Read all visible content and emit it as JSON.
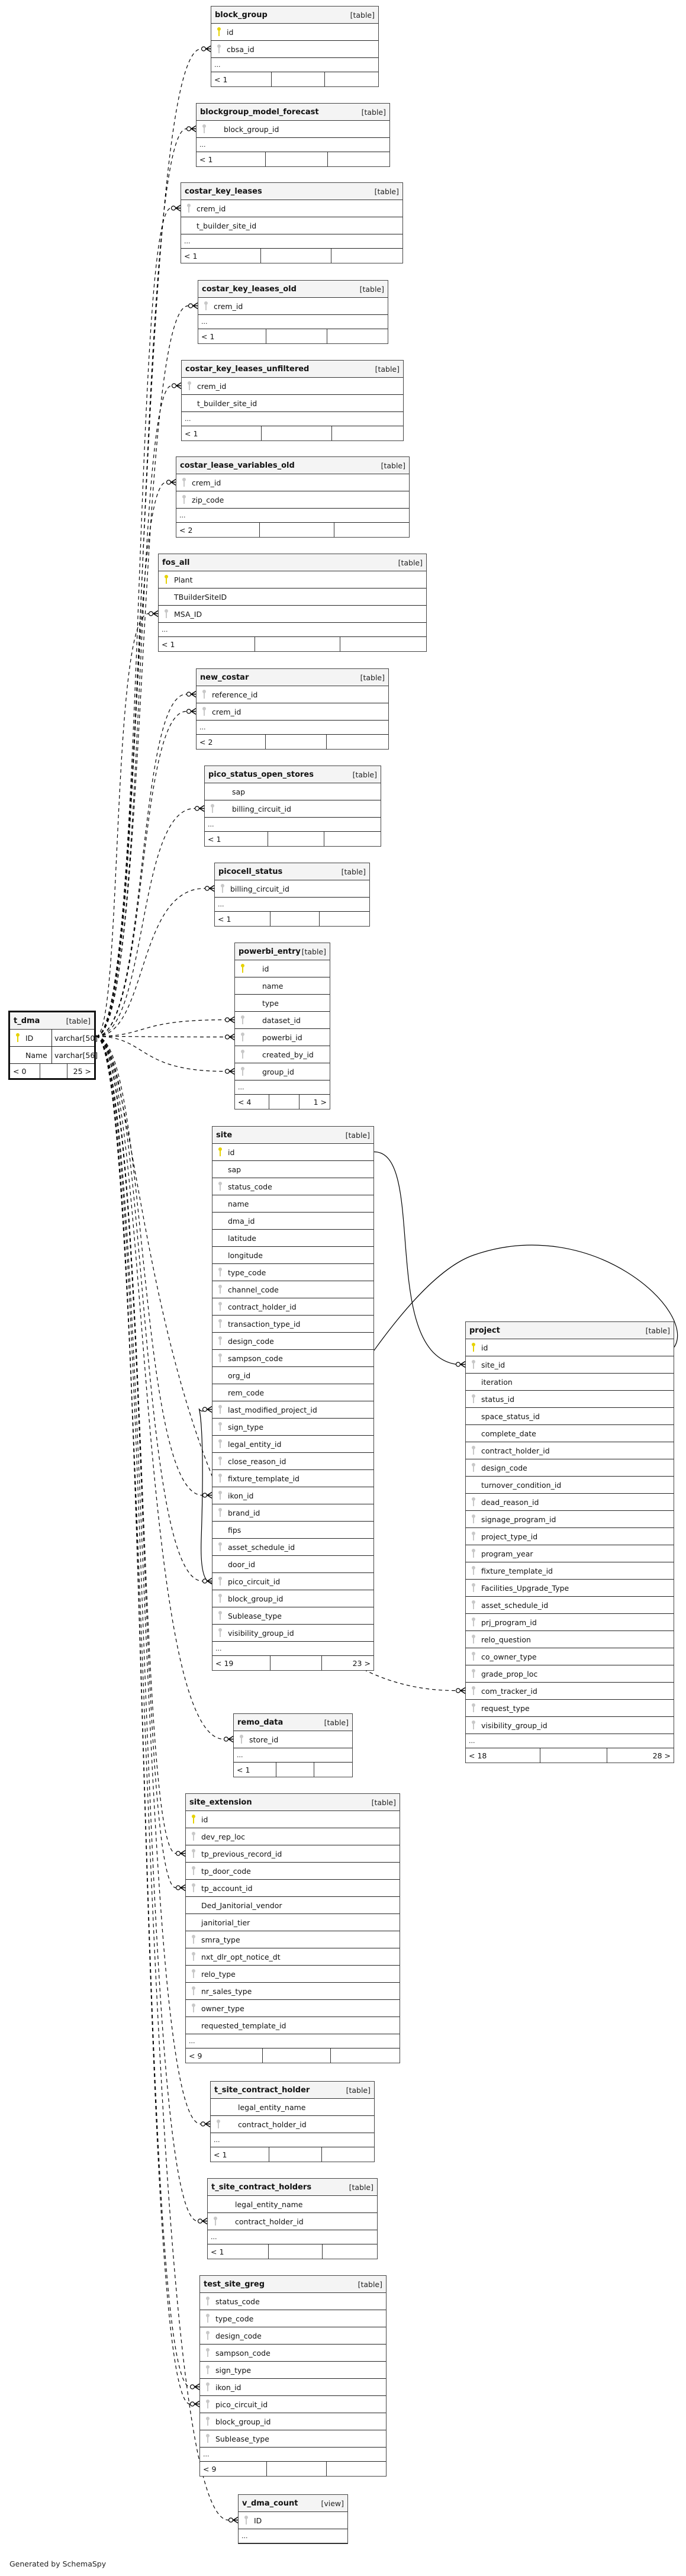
{
  "footer": "Generated by SchemaSpy",
  "key_colors": {
    "primary": "#e6d200",
    "foreign": "#c8c8c8"
  },
  "tables": [
    {
      "id": "block_group",
      "name": "block_group",
      "kind": "[table]",
      "columns": [
        {
          "name": "id",
          "key": "pk"
        },
        {
          "name": "cbsa_id",
          "key": "fk"
        }
      ],
      "more": "...",
      "footer": [
        "< 1",
        "",
        ""
      ]
    },
    {
      "id": "blockgroup_model_forecast",
      "name": "blockgroup_model_forecast",
      "kind": "[table]",
      "columns": [
        {
          "name": "block_group_id",
          "key": "fk",
          "indent": true
        }
      ],
      "more": "...",
      "footer": [
        "< 1",
        "",
        ""
      ]
    },
    {
      "id": "costar_key_leases",
      "name": "costar_key_leases",
      "kind": "[table]",
      "columns": [
        {
          "name": "crem_id",
          "key": "fk"
        },
        {
          "name": "t_builder_site_id",
          "key": ""
        }
      ],
      "more": "...",
      "footer": [
        "< 1",
        "",
        ""
      ]
    },
    {
      "id": "costar_key_leases_old",
      "name": "costar_key_leases_old",
      "kind": "[table]",
      "columns": [
        {
          "name": "crem_id",
          "key": "fk"
        }
      ],
      "more": "...",
      "footer": [
        "< 1",
        "",
        ""
      ]
    },
    {
      "id": "costar_key_leases_unfiltered",
      "name": "costar_key_leases_unfiltered",
      "kind": "[table]",
      "columns": [
        {
          "name": "crem_id",
          "key": "fk"
        },
        {
          "name": "t_builder_site_id",
          "key": ""
        }
      ],
      "more": "...",
      "footer": [
        "< 1",
        "",
        ""
      ]
    },
    {
      "id": "costar_lease_variables_old",
      "name": "costar_lease_variables_old",
      "kind": "[table]",
      "columns": [
        {
          "name": "crem_id",
          "key": "fk"
        },
        {
          "name": "zip_code",
          "key": "fk"
        }
      ],
      "more": "...",
      "footer": [
        "< 2",
        "",
        ""
      ]
    },
    {
      "id": "fos_all",
      "name": "fos_all",
      "kind": "[table]",
      "columns": [
        {
          "name": "Plant",
          "key": "pk"
        },
        {
          "name": "TBuilderSiteID",
          "key": ""
        },
        {
          "name": "MSA_ID",
          "key": "fk"
        }
      ],
      "more": "...",
      "footer": [
        "< 1",
        "",
        ""
      ]
    },
    {
      "id": "new_costar",
      "name": "new_costar",
      "kind": "[table]",
      "columns": [
        {
          "name": "reference_id",
          "key": "fk"
        },
        {
          "name": "crem_id",
          "key": "fk"
        }
      ],
      "more": "...",
      "footer": [
        "< 2",
        "",
        ""
      ]
    },
    {
      "id": "pico_status_open_stores",
      "name": "pico_status_open_stores",
      "kind": "[table]",
      "columns": [
        {
          "name": "sap",
          "key": "",
          "indent": true
        },
        {
          "name": "billing_circuit_id",
          "key": "fk",
          "indent": true
        }
      ],
      "more": "...",
      "footer": [
        "< 1",
        "",
        ""
      ]
    },
    {
      "id": "picocell_status",
      "name": "picocell_status",
      "kind": "[table]",
      "columns": [
        {
          "name": "billing_circuit_id",
          "key": "fk"
        }
      ],
      "more": "...",
      "footer": [
        "< 1",
        "",
        ""
      ]
    },
    {
      "id": "powerbi_entry",
      "name": "powerbi_entry",
      "kind": "[table]",
      "columns": [
        {
          "name": "id",
          "key": "pk",
          "indent": true
        },
        {
          "name": "name",
          "key": "",
          "indent": true
        },
        {
          "name": "type",
          "key": "",
          "indent": true
        },
        {
          "name": "dataset_id",
          "key": "fk",
          "indent": true
        },
        {
          "name": "powerbi_id",
          "key": "fk",
          "indent": true
        },
        {
          "name": "created_by_id",
          "key": "fk",
          "indent": true
        },
        {
          "name": "group_id",
          "key": "fk",
          "indent": true
        }
      ],
      "more": "...",
      "footer": [
        "< 4",
        "",
        "1 >"
      ]
    },
    {
      "id": "t_dma",
      "name": "t_dma",
      "kind": "[table]",
      "focus": true,
      "columns": [
        {
          "name": "ID",
          "key": "pk",
          "type": "varchar[50]"
        },
        {
          "name": "Name",
          "key": "",
          "type": "varchar[56]"
        }
      ],
      "footer": [
        "< 0",
        "",
        "25 >"
      ]
    },
    {
      "id": "site",
      "name": "site",
      "kind": "[table]",
      "columns": [
        {
          "name": "id",
          "key": "pk"
        },
        {
          "name": "sap",
          "key": ""
        },
        {
          "name": "status_code",
          "key": "fk"
        },
        {
          "name": "name",
          "key": ""
        },
        {
          "name": "dma_id",
          "key": ""
        },
        {
          "name": "latitude",
          "key": ""
        },
        {
          "name": "longitude",
          "key": ""
        },
        {
          "name": "type_code",
          "key": "fk"
        },
        {
          "name": "channel_code",
          "key": "fk"
        },
        {
          "name": "contract_holder_id",
          "key": "fk"
        },
        {
          "name": "transaction_type_id",
          "key": "fk"
        },
        {
          "name": "design_code",
          "key": "fk"
        },
        {
          "name": "sampson_code",
          "key": "fk"
        },
        {
          "name": "org_id",
          "key": ""
        },
        {
          "name": "rem_code",
          "key": ""
        },
        {
          "name": "last_modified_project_id",
          "key": "fk"
        },
        {
          "name": "sign_type",
          "key": "fk"
        },
        {
          "name": "legal_entity_id",
          "key": "fk"
        },
        {
          "name": "close_reason_id",
          "key": "fk"
        },
        {
          "name": "fixture_template_id",
          "key": "fk"
        },
        {
          "name": "ikon_id",
          "key": "fk"
        },
        {
          "name": "brand_id",
          "key": "fk"
        },
        {
          "name": "fips",
          "key": ""
        },
        {
          "name": "asset_schedule_id",
          "key": "fk"
        },
        {
          "name": "door_id",
          "key": ""
        },
        {
          "name": "pico_circuit_id",
          "key": "fk"
        },
        {
          "name": "block_group_id",
          "key": "fk"
        },
        {
          "name": "Sublease_type",
          "key": "fk"
        },
        {
          "name": "visibility_group_id",
          "key": "fk"
        }
      ],
      "more": "...",
      "footer": [
        "< 19",
        "",
        "23 >"
      ]
    },
    {
      "id": "project",
      "name": "project",
      "kind": "[table]",
      "columns": [
        {
          "name": "id",
          "key": "pk"
        },
        {
          "name": "site_id",
          "key": "fk"
        },
        {
          "name": "iteration",
          "key": ""
        },
        {
          "name": "status_id",
          "key": "fk"
        },
        {
          "name": "space_status_id",
          "key": ""
        },
        {
          "name": "complete_date",
          "key": ""
        },
        {
          "name": "contract_holder_id",
          "key": "fk"
        },
        {
          "name": "design_code",
          "key": "fk"
        },
        {
          "name": "turnover_condition_id",
          "key": ""
        },
        {
          "name": "dead_reason_id",
          "key": "fk"
        },
        {
          "name": "signage_program_id",
          "key": "fk"
        },
        {
          "name": "project_type_id",
          "key": "fk"
        },
        {
          "name": "program_year",
          "key": "fk"
        },
        {
          "name": "fixture_template_id",
          "key": "fk"
        },
        {
          "name": "Facilities_Upgrade_Type",
          "key": "fk"
        },
        {
          "name": "asset_schedule_id",
          "key": "fk"
        },
        {
          "name": "prj_program_id",
          "key": "fk"
        },
        {
          "name": "relo_question",
          "key": "fk"
        },
        {
          "name": "co_owner_type",
          "key": "fk"
        },
        {
          "name": "grade_prop_loc",
          "key": "fk"
        },
        {
          "name": "com_tracker_id",
          "key": "fk"
        },
        {
          "name": "request_type",
          "key": "fk"
        },
        {
          "name": "visibility_group_id",
          "key": "fk"
        }
      ],
      "more": "...",
      "footer": [
        "< 18",
        "",
        "28 >"
      ]
    },
    {
      "id": "remo_data",
      "name": "remo_data",
      "kind": "[table]",
      "columns": [
        {
          "name": "store_id",
          "key": "fk"
        }
      ],
      "more": "...",
      "footer": [
        "< 1",
        "",
        ""
      ]
    },
    {
      "id": "site_extension",
      "name": "site_extension",
      "kind": "[table]",
      "columns": [
        {
          "name": "id",
          "key": "pk"
        },
        {
          "name": "dev_rep_loc",
          "key": "fk"
        },
        {
          "name": "tp_previous_record_id",
          "key": "fk"
        },
        {
          "name": "tp_door_code",
          "key": "fk"
        },
        {
          "name": "tp_account_id",
          "key": "fk"
        },
        {
          "name": "Ded_Janitorial_vendor",
          "key": ""
        },
        {
          "name": "janitorial_tier",
          "key": ""
        },
        {
          "name": "smra_type",
          "key": "fk"
        },
        {
          "name": "nxt_dlr_opt_notice_dt",
          "key": "fk"
        },
        {
          "name": "relo_type",
          "key": "fk"
        },
        {
          "name": "nr_sales_type",
          "key": "fk"
        },
        {
          "name": "owner_type",
          "key": "fk"
        },
        {
          "name": "requested_template_id",
          "key": ""
        }
      ],
      "more": "...",
      "footer": [
        "< 9",
        "",
        ""
      ]
    },
    {
      "id": "t_site_contract_holder",
      "name": "t_site_contract_holder",
      "kind": "[table]",
      "columns": [
        {
          "name": "legal_entity_name",
          "key": "",
          "indent": true
        },
        {
          "name": "contract_holder_id",
          "key": "fk",
          "indent": true
        }
      ],
      "more": "...",
      "footer": [
        "< 1",
        "",
        ""
      ]
    },
    {
      "id": "t_site_contract_holders",
      "name": "t_site_contract_holders",
      "kind": "[table]",
      "columns": [
        {
          "name": "legal_entity_name",
          "key": "",
          "indent": true
        },
        {
          "name": "contract_holder_id",
          "key": "fk",
          "indent": true
        }
      ],
      "more": "...",
      "footer": [
        "< 1",
        "",
        ""
      ]
    },
    {
      "id": "test_site_greg",
      "name": "test_site_greg",
      "kind": "[table]",
      "columns": [
        {
          "name": "status_code",
          "key": "fk"
        },
        {
          "name": "type_code",
          "key": "fk"
        },
        {
          "name": "design_code",
          "key": "fk"
        },
        {
          "name": "sampson_code",
          "key": "fk"
        },
        {
          "name": "sign_type",
          "key": "fk"
        },
        {
          "name": "ikon_id",
          "key": "fk"
        },
        {
          "name": "pico_circuit_id",
          "key": "fk"
        },
        {
          "name": "block_group_id",
          "key": "fk"
        },
        {
          "name": "Sublease_type",
          "key": "fk"
        }
      ],
      "more": "...",
      "footer": [
        "< 9",
        "",
        ""
      ]
    },
    {
      "id": "v_dma_count",
      "name": "v_dma_count",
      "kind": "[view]",
      "columns": [
        {
          "name": "ID",
          "key": "fk"
        }
      ],
      "more": "..."
    }
  ],
  "relationships": [
    {
      "from": "t_dma",
      "to": "block_group",
      "to_column": "cbsa_id"
    },
    {
      "from": "t_dma",
      "to": "blockgroup_model_forecast",
      "to_column": "block_group_id"
    },
    {
      "from": "t_dma",
      "to": "costar_key_leases",
      "to_column": "crem_id"
    },
    {
      "from": "t_dma",
      "to": "costar_key_leases_old",
      "to_column": "crem_id"
    },
    {
      "from": "t_dma",
      "to": "costar_key_leases_unfiltered",
      "to_column": "crem_id"
    },
    {
      "from": "t_dma",
      "to": "costar_lease_variables_old",
      "to_column": "crem_id"
    },
    {
      "from": "t_dma",
      "to": "fos_all",
      "to_column": "MSA_ID"
    },
    {
      "from": "t_dma",
      "to": "new_costar",
      "to_column": "reference_id"
    },
    {
      "from": "t_dma",
      "to": "new_costar",
      "to_column": "crem_id"
    },
    {
      "from": "t_dma",
      "to": "pico_status_open_stores",
      "to_column": "billing_circuit_id"
    },
    {
      "from": "t_dma",
      "to": "picocell_status",
      "to_column": "billing_circuit_id"
    },
    {
      "from": "t_dma",
      "to": "powerbi_entry",
      "to_column": "dataset_id"
    },
    {
      "from": "t_dma",
      "to": "powerbi_entry",
      "to_column": "powerbi_id"
    },
    {
      "from": "t_dma",
      "to": "powerbi_entry",
      "to_column": "group_id"
    },
    {
      "from": "t_dma",
      "to": "site",
      "to_column": "ikon_id"
    },
    {
      "from": "t_dma",
      "to": "site",
      "to_column": "pico_circuit_id"
    },
    {
      "from": "t_dma",
      "to": "project",
      "to_column": "com_tracker_id"
    },
    {
      "from": "t_dma",
      "to": "remo_data",
      "to_column": "store_id"
    },
    {
      "from": "t_dma",
      "to": "site_extension",
      "to_column": "tp_previous_record_id"
    },
    {
      "from": "t_dma",
      "to": "site_extension",
      "to_column": "tp_account_id"
    },
    {
      "from": "t_dma",
      "to": "t_site_contract_holder",
      "to_column": "contract_holder_id"
    },
    {
      "from": "t_dma",
      "to": "t_site_contract_holders",
      "to_column": "contract_holder_id"
    },
    {
      "from": "t_dma",
      "to": "test_site_greg",
      "to_column": "ikon_id"
    },
    {
      "from": "t_dma",
      "to": "test_site_greg",
      "to_column": "pico_circuit_id"
    },
    {
      "from": "t_dma",
      "to": "v_dma_count",
      "to_column": "ID"
    },
    {
      "from": "site",
      "to": "project",
      "to_column": "site_id",
      "solid": true
    },
    {
      "from": "project",
      "to": "site",
      "to_column": "last_modified_project_id",
      "solid": true
    }
  ]
}
